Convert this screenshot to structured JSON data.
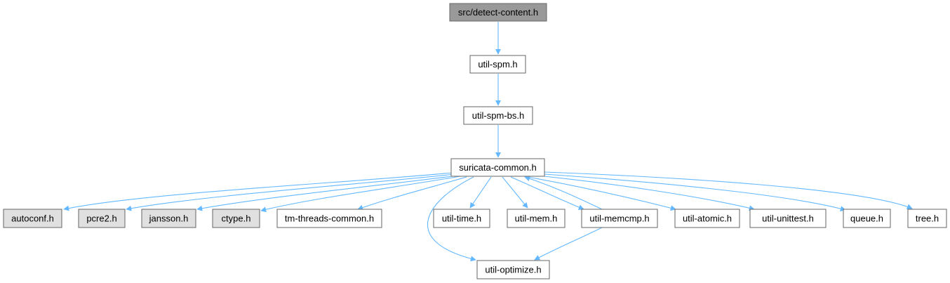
{
  "colors": {
    "edge": "#63b8ff",
    "node_border": "#666666",
    "node_fill": "#ffffff",
    "root_fill": "#999999",
    "external_fill": "#e0e0e0"
  },
  "nodes": [
    {
      "id": "detect_content",
      "label": "src/detect-content.h",
      "kind": "root"
    },
    {
      "id": "util_spm",
      "label": "util-spm.h",
      "kind": "normal"
    },
    {
      "id": "util_spm_bs",
      "label": "util-spm-bs.h",
      "kind": "normal"
    },
    {
      "id": "suricata_common",
      "label": "suricata-common.h",
      "kind": "normal"
    },
    {
      "id": "autoconf",
      "label": "autoconf.h",
      "kind": "external"
    },
    {
      "id": "pcre2",
      "label": "pcre2.h",
      "kind": "external"
    },
    {
      "id": "jansson",
      "label": "jansson.h",
      "kind": "external"
    },
    {
      "id": "ctype",
      "label": "ctype.h",
      "kind": "external"
    },
    {
      "id": "tm_threads_common",
      "label": "tm-threads-common.h",
      "kind": "normal"
    },
    {
      "id": "util_time",
      "label": "util-time.h",
      "kind": "normal"
    },
    {
      "id": "util_mem",
      "label": "util-mem.h",
      "kind": "normal"
    },
    {
      "id": "util_memcmp",
      "label": "util-memcmp.h",
      "kind": "normal"
    },
    {
      "id": "util_atomic",
      "label": "util-atomic.h",
      "kind": "normal"
    },
    {
      "id": "util_unittest",
      "label": "util-unittest.h",
      "kind": "normal"
    },
    {
      "id": "queue",
      "label": "queue.h",
      "kind": "normal"
    },
    {
      "id": "tree",
      "label": "tree.h",
      "kind": "normal"
    },
    {
      "id": "util_optimize",
      "label": "util-optimize.h",
      "kind": "normal"
    }
  ],
  "edges": [
    {
      "from": "detect_content",
      "to": "util_spm"
    },
    {
      "from": "util_spm",
      "to": "util_spm_bs"
    },
    {
      "from": "util_spm_bs",
      "to": "suricata_common"
    },
    {
      "from": "suricata_common",
      "to": "autoconf"
    },
    {
      "from": "suricata_common",
      "to": "pcre2"
    },
    {
      "from": "suricata_common",
      "to": "jansson"
    },
    {
      "from": "suricata_common",
      "to": "ctype"
    },
    {
      "from": "suricata_common",
      "to": "tm_threads_common"
    },
    {
      "from": "suricata_common",
      "to": "util_time"
    },
    {
      "from": "suricata_common",
      "to": "util_mem"
    },
    {
      "from": "suricata_common",
      "to": "util_memcmp"
    },
    {
      "from": "suricata_common",
      "to": "util_atomic"
    },
    {
      "from": "suricata_common",
      "to": "util_unittest"
    },
    {
      "from": "suricata_common",
      "to": "queue"
    },
    {
      "from": "suricata_common",
      "to": "tree"
    },
    {
      "from": "suricata_common",
      "to": "util_optimize"
    },
    {
      "from": "util_memcmp",
      "to": "suricata_common"
    },
    {
      "from": "util_memcmp",
      "to": "util_optimize"
    }
  ]
}
